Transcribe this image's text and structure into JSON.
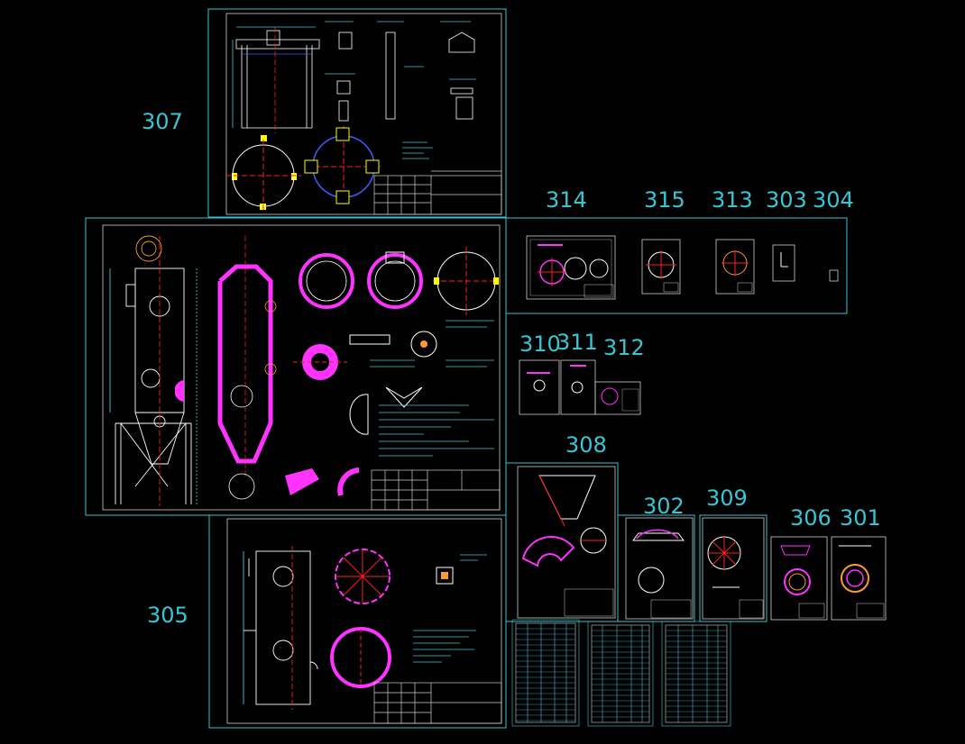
{
  "sheet_labels": [
    "307",
    "314",
    "315",
    "313",
    "303",
    "304",
    "310",
    "311",
    "312",
    "308",
    "302",
    "309",
    "306",
    "301",
    "305"
  ],
  "colors": {
    "background": "#000000",
    "frame": "#37c2d0",
    "geometry": "#ffffff",
    "centerline": "#ff2020",
    "weld": "#ff33ff",
    "hatch": "#2f3fff",
    "highlight": "#ffff00",
    "dimension": "#3ec8d0"
  }
}
